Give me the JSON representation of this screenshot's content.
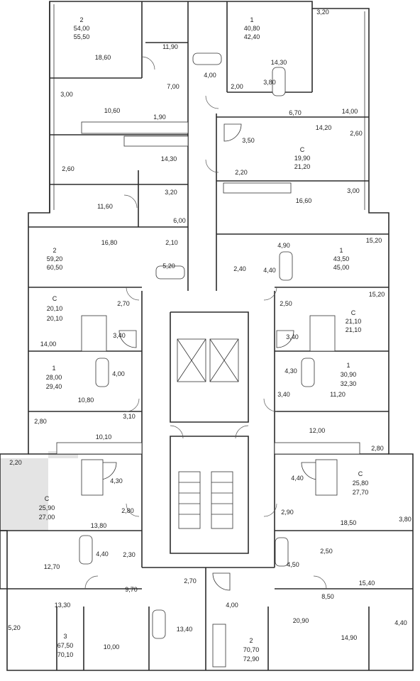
{
  "plan": {
    "highlight_color": "#e4e4e4",
    "apartments": [
      {
        "id": "a1",
        "rooms": "2",
        "area": "54,00",
        "total": "55,50"
      },
      {
        "id": "a2",
        "rooms": "1",
        "area": "40,80",
        "total": "42,40"
      },
      {
        "id": "a3",
        "rooms": "С",
        "area": "19,90",
        "total": "21,20"
      },
      {
        "id": "a4",
        "rooms": "2",
        "area": "59,20",
        "total": "60,50"
      },
      {
        "id": "a5",
        "rooms": "1",
        "area": "43,50",
        "total": "45,00"
      },
      {
        "id": "a6",
        "rooms": "С",
        "area": "20,10",
        "total": "20,10"
      },
      {
        "id": "a7",
        "rooms": "С",
        "area": "21,10",
        "total": "21,10"
      },
      {
        "id": "a8",
        "rooms": "1",
        "area": "28,00",
        "total": "29,40"
      },
      {
        "id": "a9",
        "rooms": "1",
        "area": "30,90",
        "total": "32,30"
      },
      {
        "id": "a10",
        "rooms": "С",
        "area": "25,90",
        "total": "27,00",
        "highlighted": true
      },
      {
        "id": "a11",
        "rooms": "С",
        "area": "25,80",
        "total": "27,70"
      },
      {
        "id": "a12",
        "rooms": "3",
        "area": "67,50",
        "total": "70,10"
      },
      {
        "id": "a13",
        "rooms": "2",
        "area": "70,70",
        "total": "72,90"
      }
    ],
    "room_areas": [
      "3,20",
      "18,60",
      "11,90",
      "7,00",
      "4,00",
      "2,00",
      "14,30",
      "3,80",
      "3,00",
      "10,60",
      "1,90",
      "6,70",
      "14,00",
      "14,20",
      "2,60",
      "3,50",
      "2,60",
      "14,30",
      "2,20",
      "3,20",
      "3,00",
      "11,60",
      "16,60",
      "6,00",
      "2,10",
      "16,80",
      "4,90",
      "15,20",
      "5,20",
      "2,40",
      "4,40",
      "2,70",
      "2,50",
      "15,20",
      "3,40",
      "3,40",
      "14,00",
      "4,00",
      "4,30",
      "10,80",
      "3,40",
      "11,20",
      "3,10",
      "2,80",
      "10,10",
      "12,00",
      "2,80",
      "2,20",
      "4,30",
      "4,40",
      "2,80",
      "2,90",
      "13,80",
      "18,50",
      "3,80",
      "4,40",
      "2,30",
      "2,50",
      "4,50",
      "12,70",
      "2,70",
      "9,70",
      "15,40",
      "4,00",
      "8,50",
      "13,30",
      "5,20",
      "20,90",
      "4,40",
      "13,40",
      "10,00",
      "14,90"
    ]
  }
}
